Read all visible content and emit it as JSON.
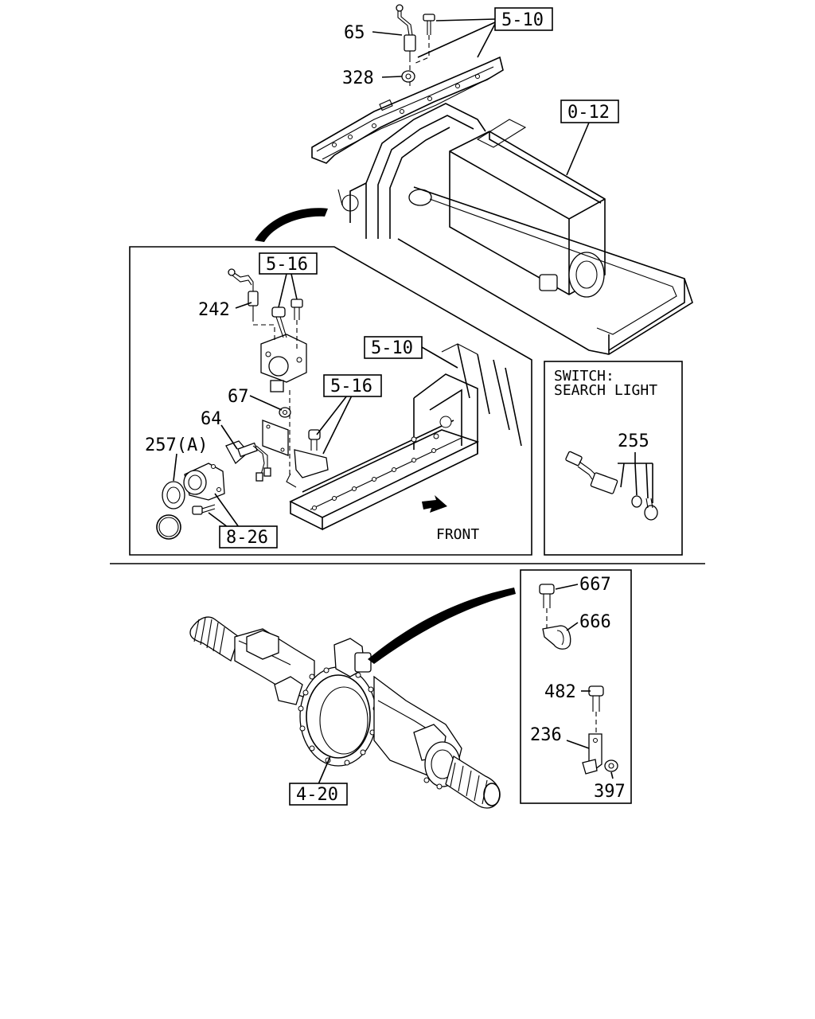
{
  "labels": {
    "l65": "65",
    "l328": "328",
    "l242": "242",
    "l67": "67",
    "l64": "64",
    "l257a": "257(A)",
    "l255": "255",
    "l667": "667",
    "l666": "666",
    "l482": "482",
    "l236": "236",
    "l397": "397"
  },
  "refs": {
    "r510_top": "5-10",
    "r012": "0-12",
    "r516_a": "5-16",
    "r510_mid": "5-10",
    "r516_b": "5-16",
    "r826": "8-26",
    "r420": "4-20"
  },
  "captions": {
    "front": "FRONT",
    "switch_line1": "SWITCH:",
    "switch_line2": "SEARCH LIGHT"
  }
}
